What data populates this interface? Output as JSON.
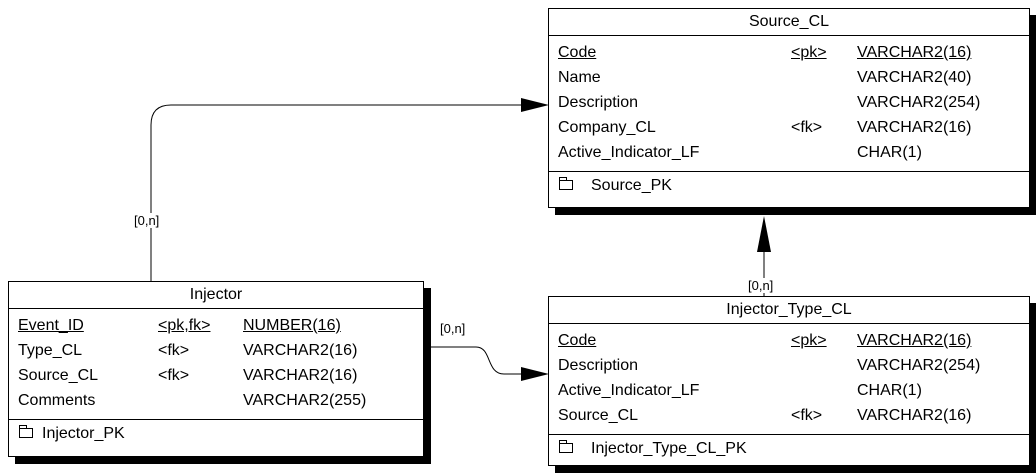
{
  "entities": {
    "source": {
      "title": "Source_CL",
      "attributes": [
        {
          "name": "Code",
          "key": "<pk>",
          "type": "VARCHAR2(16)"
        },
        {
          "name": "Name",
          "key": "",
          "type": "VARCHAR2(40)"
        },
        {
          "name": "Description",
          "key": "",
          "type": "VARCHAR2(254)"
        },
        {
          "name": "Company_CL",
          "key": "<fk>",
          "type": "VARCHAR2(16)"
        },
        {
          "name": "Active_Indicator_LF",
          "key": "",
          "type": "CHAR(1)"
        }
      ],
      "key_name": "Source_PK"
    },
    "injector": {
      "title": "Injector",
      "attributes": [
        {
          "name": "Event_ID",
          "key": "<pk,fk>",
          "type": "NUMBER(16)"
        },
        {
          "name": "Type_CL",
          "key": "<fk>",
          "type": "VARCHAR2(16)"
        },
        {
          "name": "Source_CL",
          "key": "<fk>",
          "type": "VARCHAR2(16)"
        },
        {
          "name": "Comments",
          "key": "",
          "type": "VARCHAR2(255)"
        }
      ],
      "key_name": "Injector_PK"
    },
    "injector_type": {
      "title": "Injector_Type_CL",
      "attributes": [
        {
          "name": "Code",
          "key": "<pk>",
          "type": "VARCHAR2(16)"
        },
        {
          "name": "Description",
          "key": "",
          "type": "VARCHAR2(254)"
        },
        {
          "name": "Active_Indicator_LF",
          "key": "",
          "type": "CHAR(1)"
        },
        {
          "name": "Source_CL",
          "key": "<fk>",
          "type": "VARCHAR2(16)"
        }
      ],
      "key_name": "Injector_Type_CL_PK"
    }
  },
  "relationships": [
    {
      "from": "Injector",
      "to": "Source_CL",
      "cardinality": "[0,n]"
    },
    {
      "from": "Injector",
      "to": "Injector_Type_CL",
      "cardinality": "[0,n]"
    },
    {
      "from": "Injector_Type_CL",
      "to": "Source_CL",
      "cardinality": "[0,n]"
    }
  ]
}
